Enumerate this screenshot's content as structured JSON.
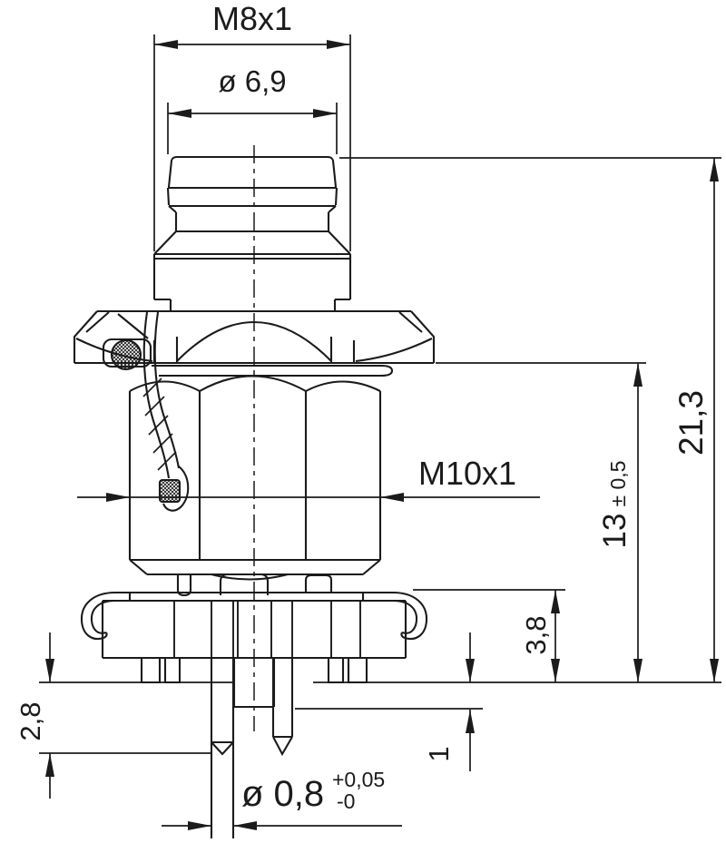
{
  "drawing": {
    "type": "technical-section-drawing",
    "subject": "panel-mount circular connector, side section view",
    "background_color": "#ffffff",
    "line_color": "#1b1b1b",
    "dimensions": {
      "m8": "M8x1",
      "d69": "ø 6,9",
      "m10": "M10x1",
      "d213": "21,3",
      "d13": "13",
      "d13_tol": "± 0,5",
      "d38": "3,8",
      "d28": "2,8",
      "d1": "1",
      "d08": "ø 0,8",
      "d08_plus": "+0,05",
      "d08_minus": "-0"
    }
  }
}
